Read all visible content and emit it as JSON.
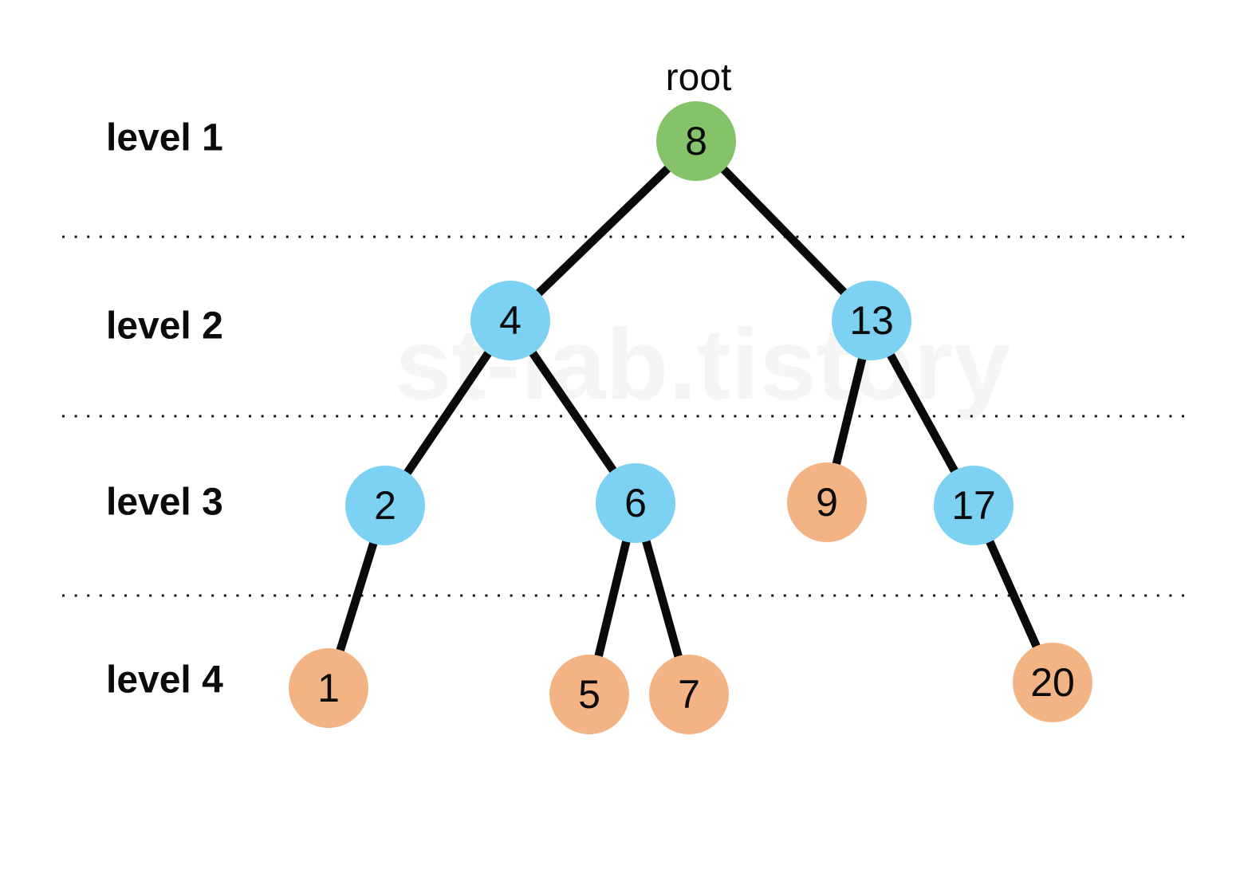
{
  "watermark": {
    "text": "st-lab.tistory"
  },
  "levels": [
    {
      "label": "level 1"
    },
    {
      "label": "level 2"
    },
    {
      "label": "level 3"
    },
    {
      "label": "level 4"
    }
  ],
  "tree": {
    "root_label": "root",
    "nodes": [
      {
        "value": "8",
        "level": 1,
        "color": "green"
      },
      {
        "value": "4",
        "level": 2,
        "color": "blue"
      },
      {
        "value": "13",
        "level": 2,
        "color": "blue"
      },
      {
        "value": "2",
        "level": 3,
        "color": "blue"
      },
      {
        "value": "6",
        "level": 3,
        "color": "blue"
      },
      {
        "value": "9",
        "level": 3,
        "color": "orange"
      },
      {
        "value": "17",
        "level": 3,
        "color": "blue"
      },
      {
        "value": "1",
        "level": 4,
        "color": "orange"
      },
      {
        "value": "5",
        "level": 4,
        "color": "orange"
      },
      {
        "value": "7",
        "level": 4,
        "color": "orange"
      },
      {
        "value": "20",
        "level": 4,
        "color": "orange"
      }
    ],
    "edges": [
      {
        "from": "8",
        "to": "4"
      },
      {
        "from": "8",
        "to": "13"
      },
      {
        "from": "4",
        "to": "2"
      },
      {
        "from": "4",
        "to": "6"
      },
      {
        "from": "13",
        "to": "9"
      },
      {
        "from": "13",
        "to": "17"
      },
      {
        "from": "2",
        "to": "1"
      },
      {
        "from": "6",
        "to": "5"
      },
      {
        "from": "6",
        "to": "7"
      },
      {
        "from": "17",
        "to": "20"
      }
    ]
  },
  "colors": {
    "green": "#84c36a",
    "blue": "#7dd1f2",
    "orange": "#f4b384",
    "edge": "#0a0a0a",
    "dotted_line": "#141414",
    "watermark": "#f5f5f5",
    "text": "#0b0b0b"
  }
}
